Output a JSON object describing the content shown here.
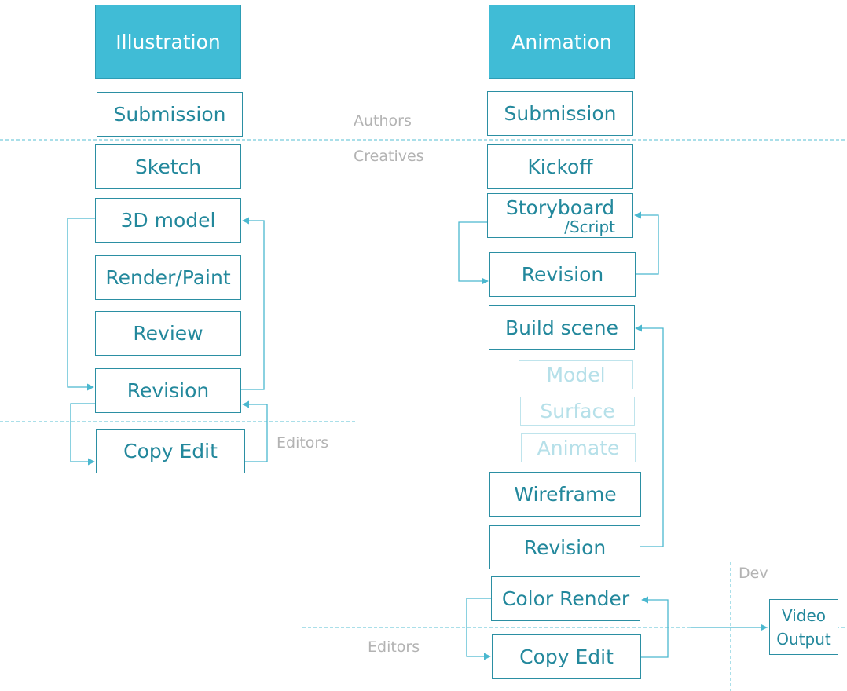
{
  "diagram": {
    "illustration": {
      "header": "Illustration",
      "steps": [
        "Submission",
        "Sketch",
        "3D model",
        "Render/Paint",
        "Review",
        "Revision",
        "Copy Edit"
      ]
    },
    "animation": {
      "header": "Animation",
      "submission": "Submission",
      "kickoff": "Kickoff",
      "storyboard": "Storyboard",
      "storyboard_sub": "/Script",
      "revision_1": "Revision",
      "build_scene": "Build scene",
      "substeps": [
        "Model",
        "Surface",
        "Animate"
      ],
      "wireframe": "Wireframe",
      "revision_2": "Revision",
      "color_render": "Color Render",
      "copy_edit": "Copy Edit"
    },
    "output": {
      "line1": "Video",
      "line2": "Output"
    },
    "zones": {
      "authors": "Authors",
      "creatives": "Creatives",
      "editors_left": "Editors",
      "editors_bottom": "Editors",
      "dev": "Dev"
    },
    "colors": {
      "header_fill": "#40bcd6",
      "box_border": "#2b8fa3",
      "box_text": "#23889c",
      "faded": "#b6e0e9",
      "zone_label": "#b3b3b3",
      "connector": "#4bb8cf"
    }
  }
}
